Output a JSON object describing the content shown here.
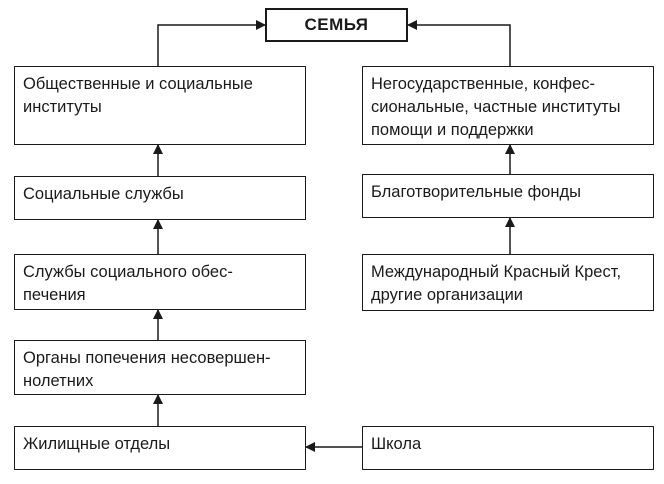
{
  "title": "СЕМЬЯ",
  "left_column": [
    {
      "lines": [
        "Общественные и социальные",
        "институты"
      ]
    },
    {
      "lines": [
        "Социальные службы"
      ]
    },
    {
      "lines": [
        "Службы  социального  обес-",
        "печения"
      ]
    },
    {
      "lines": [
        "Органы попечения несовершен-",
        "нолетних"
      ]
    },
    {
      "lines": [
        "Жилищные отделы"
      ]
    }
  ],
  "right_column": [
    {
      "lines": [
        "Негосударственные, конфес-",
        "сиональные, частные институты",
        "помощи и поддержки"
      ]
    },
    {
      "lines": [
        "Благотворительные фонды"
      ]
    },
    {
      "lines": [
        "Международный Красный Крест,",
        "другие организации"
      ]
    },
    {
      "lines": [
        "Школа"
      ]
    }
  ],
  "colors": {
    "stroke": "#1a1a1a",
    "background": "#ffffff"
  }
}
